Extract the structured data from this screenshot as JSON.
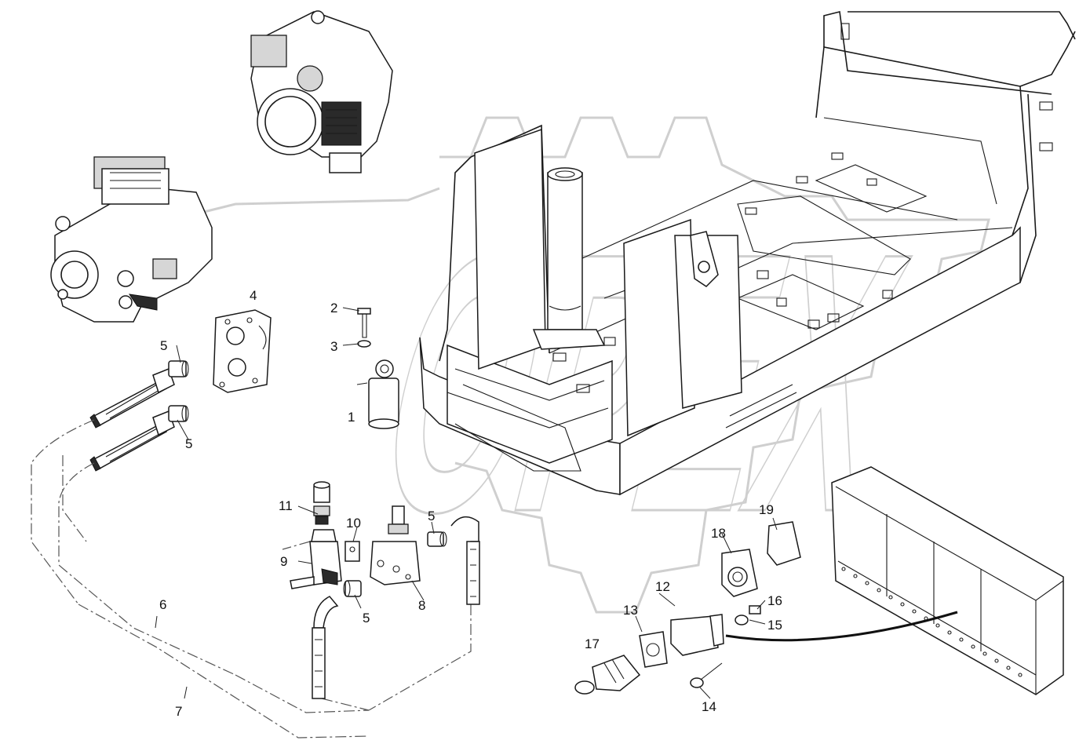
{
  "watermark": {
    "text": "OPEX",
    "color": "#c8c8c8"
  },
  "callouts": [
    {
      "id": "callout-1",
      "text": "1"
    },
    {
      "id": "callout-2",
      "text": "2"
    },
    {
      "id": "callout-3",
      "text": "3"
    },
    {
      "id": "callout-4",
      "text": "4"
    },
    {
      "id": "callout-5a",
      "text": "5"
    },
    {
      "id": "callout-5b",
      "text": "5"
    },
    {
      "id": "callout-5c",
      "text": "5"
    },
    {
      "id": "callout-5d",
      "text": "5"
    },
    {
      "id": "callout-6",
      "text": "6"
    },
    {
      "id": "callout-7",
      "text": "7"
    },
    {
      "id": "callout-8",
      "text": "8"
    },
    {
      "id": "callout-9",
      "text": "9"
    },
    {
      "id": "callout-10",
      "text": "10"
    },
    {
      "id": "callout-11",
      "text": "11"
    },
    {
      "id": "callout-12",
      "text": "12"
    },
    {
      "id": "callout-13",
      "text": "13"
    },
    {
      "id": "callout-14",
      "text": "14"
    },
    {
      "id": "callout-15",
      "text": "15"
    },
    {
      "id": "callout-16",
      "text": "16"
    },
    {
      "id": "callout-17",
      "text": "17"
    },
    {
      "id": "callout-18",
      "text": "18"
    },
    {
      "id": "callout-19",
      "text": "19"
    }
  ]
}
